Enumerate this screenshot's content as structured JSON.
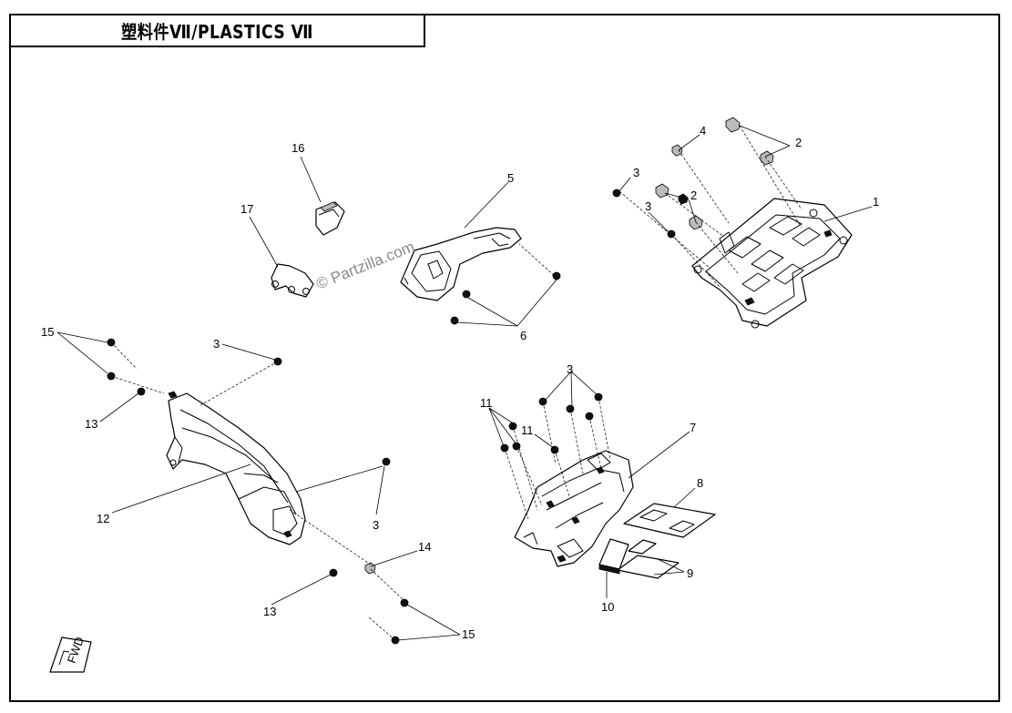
{
  "title": "塑料件Ⅶ/PLASTICS Ⅶ",
  "watermark": "© Partzilla.com",
  "fwd_mark": "FWD",
  "callouts": [
    "1",
    "2",
    "2",
    "3",
    "3",
    "3",
    "3",
    "3",
    "4",
    "5",
    "6",
    "7",
    "8",
    "9",
    "10",
    "11",
    "11",
    "12",
    "13",
    "13",
    "14",
    "15",
    "15",
    "16",
    "17"
  ]
}
